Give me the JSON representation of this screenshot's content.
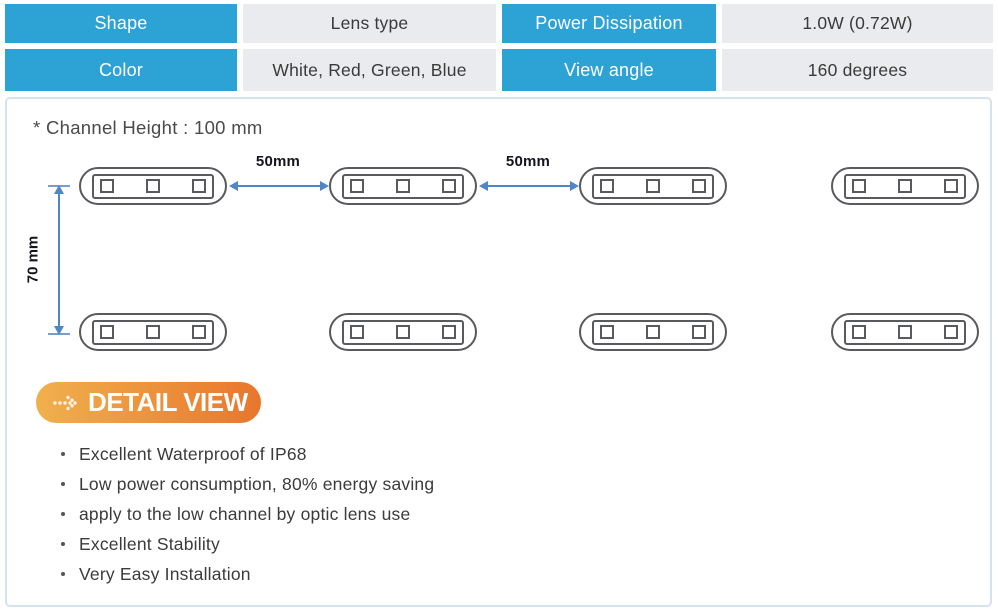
{
  "spec_table": {
    "rows": [
      {
        "cells": [
          {
            "kind": "header",
            "text": "Shape"
          },
          {
            "kind": "value",
            "text": "Lens type"
          },
          {
            "kind": "header",
            "text": "Power Dissipation"
          },
          {
            "kind": "value",
            "text": "1.0W (0.72W)"
          }
        ]
      },
      {
        "cells": [
          {
            "kind": "header",
            "text": "Color"
          },
          {
            "kind": "value",
            "text": "White, Red, Green, Blue"
          },
          {
            "kind": "header",
            "text": "View angle"
          },
          {
            "kind": "value",
            "text": "160 degrees"
          }
        ]
      }
    ]
  },
  "diagram": {
    "channel_note": "* Channel Height : 100 mm",
    "horizontal_spacing_label": "50mm",
    "vertical_spacing_label": "70 mm",
    "modules_per_row": 4,
    "rows": 2
  },
  "detail_view": {
    "title": "DETAIL VIEW",
    "bullets": [
      "Excellent Waterproof of IP68",
      "Low power consumption, 80% energy saving",
      "apply to the low channel by optic lens use",
      "Excellent Stability",
      "Very Easy Installation"
    ]
  },
  "colors": {
    "header_blue": "#2da2d5",
    "value_gray": "#e9ebee",
    "arrow_blue": "#4e86c8",
    "badge_gradient_start": "#f0b04e",
    "badge_gradient_end": "#e8762d",
    "panel_border": "#d6e2ec"
  }
}
